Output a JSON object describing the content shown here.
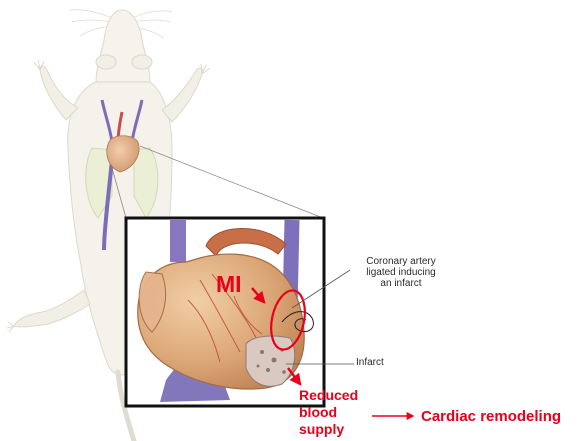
{
  "figure": {
    "mi_label": "MI",
    "ligation_note": "Coronary artery\nligated inducing\nan infarct",
    "infarct_label": "Infarct",
    "reduced_line1": "Reduced",
    "reduced_line2": "blood",
    "reduced_line3": "supply",
    "outcome_label": "Cardiac remodeling"
  },
  "colors": {
    "accent_red": "#e8001c",
    "rat_outline": "#d9d5c4",
    "vein_blue": "#6d5fb0",
    "heart_tan": "#d8a77a",
    "annotation_text": "#2b2b2b"
  }
}
